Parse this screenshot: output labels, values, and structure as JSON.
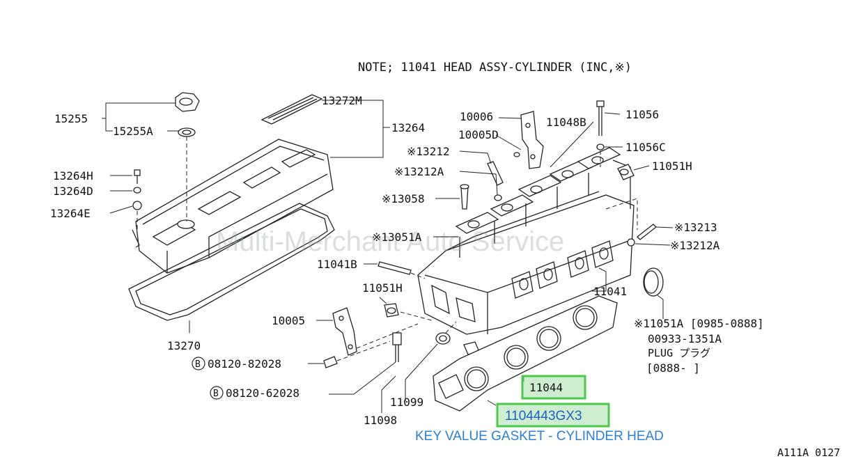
{
  "note": "NOTE; 11041 HEAD ASSY-CYLINDER (INC,※)",
  "watermark": "Multi-Merchant Auto Service",
  "labels": {
    "l15255": "15255",
    "l15255A": "15255A",
    "l13272M": "13272M",
    "l13264": "13264",
    "l13264H": "13264H",
    "l13264D": "13264D",
    "l13264E": "13264E",
    "l13270": "13270",
    "l10006": "10006",
    "l10005D": "10005D",
    "l11048B": "11048B",
    "l11056": "11056",
    "l11056C": "11056C",
    "l11051H_r": "11051H",
    "l13212": "※13212",
    "l13212A": "※13212A",
    "l13058": "※13058",
    "l13051A": "※13051A",
    "l13213": "※13213",
    "l13212A_r": "※13212A",
    "l11041B": "11041B",
    "l11041": "11041",
    "l11051H_l": "11051H",
    "l10005": "10005",
    "l08120_82028": "08120-82028",
    "l08120_62028": "08120-62028",
    "l11098": "11098",
    "l11099": "11099",
    "l11044": "11044",
    "l11051A": "※11051A [0985-0888]",
    "l00933": "00933-1351A",
    "plug": "PLUG プラグ",
    "l0888": "[0888-   ]",
    "bolt_ref": "B"
  },
  "highlight_part": "1104443GX3",
  "key_value": "KEY VALUE GASKET - CYLINDER HEAD",
  "figure_code": "A111A 0127"
}
